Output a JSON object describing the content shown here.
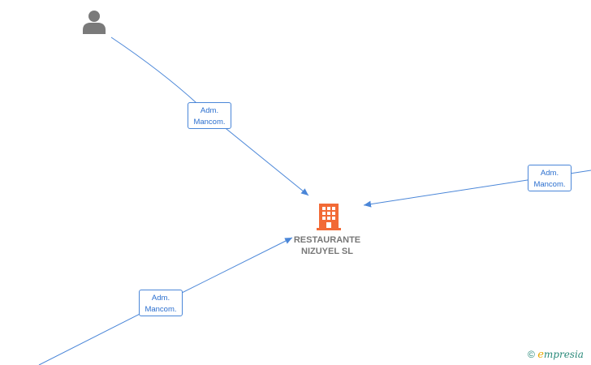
{
  "company": {
    "name_line1": "RESTAURANTE",
    "name_line2": "NIZUYEL  SL",
    "icon": "building-icon",
    "color": "#f26a36"
  },
  "person": {
    "icon": "person-icon",
    "color": "#7a7a7a"
  },
  "edges": [
    {
      "label_line1": "Adm.",
      "label_line2": "Mancom."
    },
    {
      "label_line1": "Adm.",
      "label_line2": "Mancom."
    },
    {
      "label_line1": "Adm.",
      "label_line2": "Mancom."
    }
  ],
  "edge_color": "#4a86d8",
  "watermark": {
    "copyright": "©",
    "brand_initial": "e",
    "brand_rest": "mpresia"
  }
}
